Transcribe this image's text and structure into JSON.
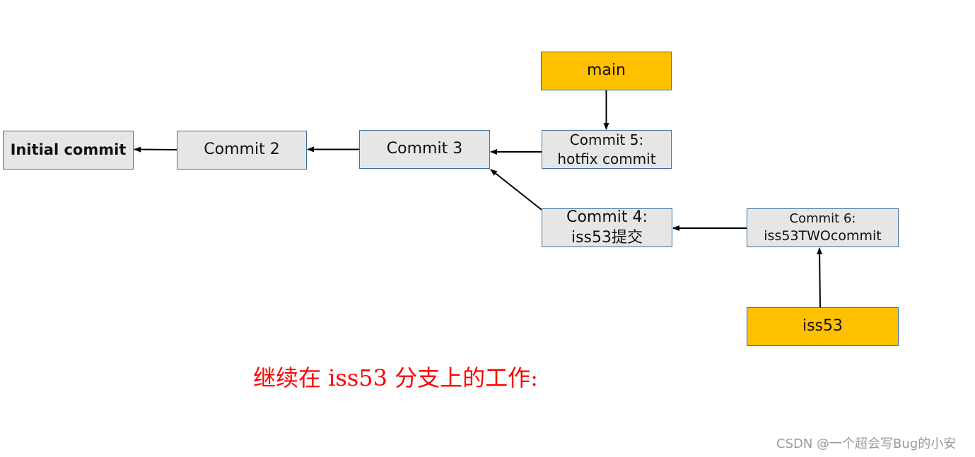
{
  "nodes": {
    "initial": {
      "label": "Initial commit"
    },
    "commit2": {
      "label": "Commit 2"
    },
    "commit3": {
      "label": "Commit 3"
    },
    "commit5": {
      "line1": "Commit 5:",
      "line2": "hotfix commit"
    },
    "commit4": {
      "line1": "Commit 4:",
      "line2": "iss53提交"
    },
    "commit6": {
      "line1": "Commit 6:",
      "line2": "iss53TWOcommit"
    }
  },
  "branches": {
    "main": {
      "label": "main"
    },
    "iss53": {
      "label": "iss53"
    }
  },
  "colors": {
    "branch_fill": "#ffc000",
    "commit_fill": "#e7e6e6",
    "border": "#41719c",
    "caption": "#ff0000",
    "watermark": "#9a9a9a"
  },
  "caption": "继续在 iss53 分支上的工作:",
  "watermark": "CSDN @一个超会写Bug的小安"
}
